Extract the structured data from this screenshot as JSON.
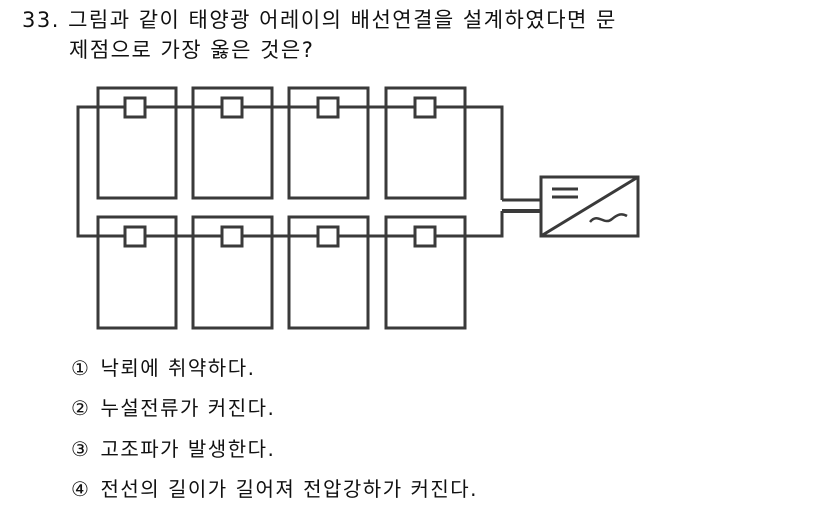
{
  "question": {
    "number": "33.",
    "line1": "그림과 같이 태양광 어레이의 배선연결을 설계하였다면 문",
    "line2": "제점으로 가장 옳은 것은?"
  },
  "diagram": {
    "description": "Solar array wiring: two rows of 4 PV modules, each row's modules connected by a wire through junction boxes; rows joined on the left and both routed to an inverter (DC/AC) on the right, forming a loop",
    "rows": 2,
    "modules_per_row": 4,
    "inverter_label": "DC/AC inverter symbol (= / ~)"
  },
  "options": [
    {
      "num": "①",
      "text": "낙뢰에 취약하다."
    },
    {
      "num": "②",
      "text": "누설전류가 커진다."
    },
    {
      "num": "③",
      "text": "고조파가 발생한다."
    },
    {
      "num": "④",
      "text": "전선의 길이가 길어져 전압강하가 커진다."
    }
  ]
}
